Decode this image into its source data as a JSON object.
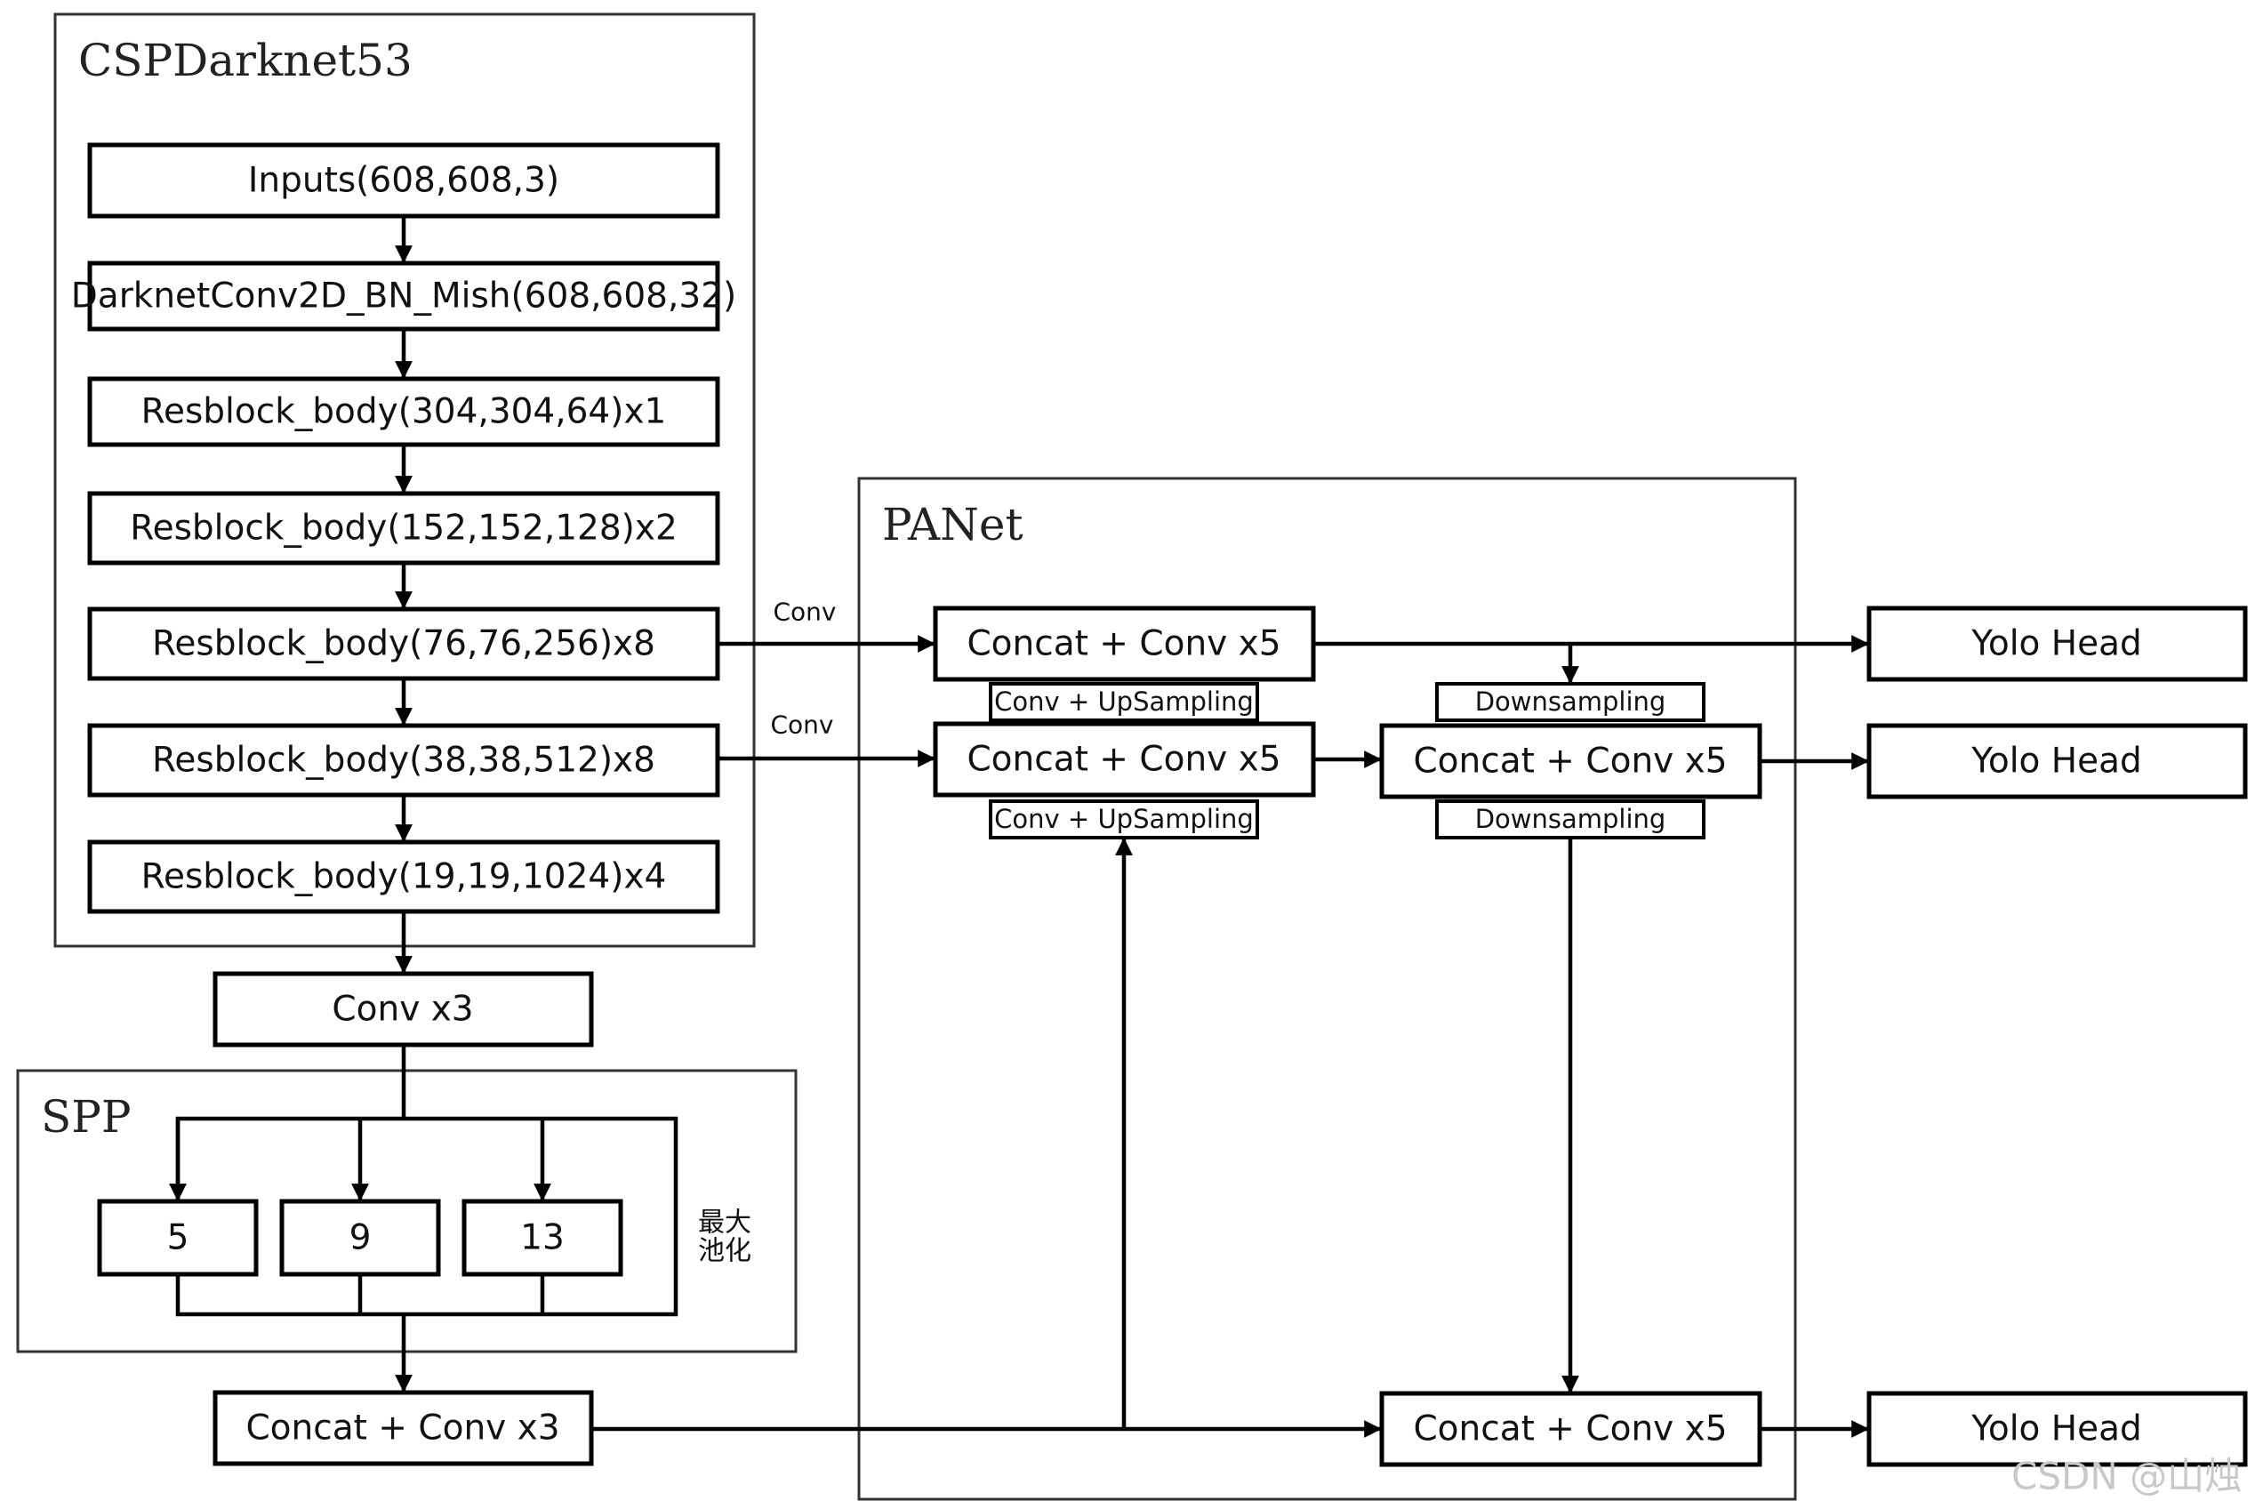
{
  "groups": {
    "csp_title": "CSPDarknet53",
    "panet_title": "PANet",
    "spp_title": "SPP"
  },
  "backbone": {
    "inputs": "Inputs(608,608,3)",
    "conv2d": "DarknetConv2D_BN_Mish(608,608,32)",
    "res1": "Resblock_body(304,304,64)x1",
    "res2": "Resblock_body(152,152,128)x2",
    "res3": "Resblock_body(76,76,256)x8",
    "res4": "Resblock_body(38,38,512)x8",
    "res5": "Resblock_body(19,19,1024)x4"
  },
  "neck": {
    "conv_x3": "Conv x3",
    "pool_5": "5",
    "pool_9": "9",
    "pool_13": "13",
    "pool_label_line1": "最大",
    "pool_label_line2": "池化",
    "concat_conv_x3": "Concat + Conv x3"
  },
  "panet": {
    "concat_top": "Concat + Conv x5",
    "concat_mid_left": "Concat + Conv x5",
    "concat_mid_right": "Concat + Conv x5",
    "concat_bottom": "Concat + Conv x5",
    "upsample_top": "Conv + UpSampling",
    "upsample_bottom": "Conv + UpSampling",
    "downsample_top": "Downsampling",
    "downsample_bottom": "Downsampling",
    "conv_label_1": "Conv",
    "conv_label_2": "Conv"
  },
  "heads": {
    "head_1": "Yolo Head",
    "head_2": "Yolo Head",
    "head_3": "Yolo Head"
  },
  "watermark": "CSDN @山烛",
  "colors": {
    "stroke": "#000000",
    "background": "#ffffff"
  }
}
